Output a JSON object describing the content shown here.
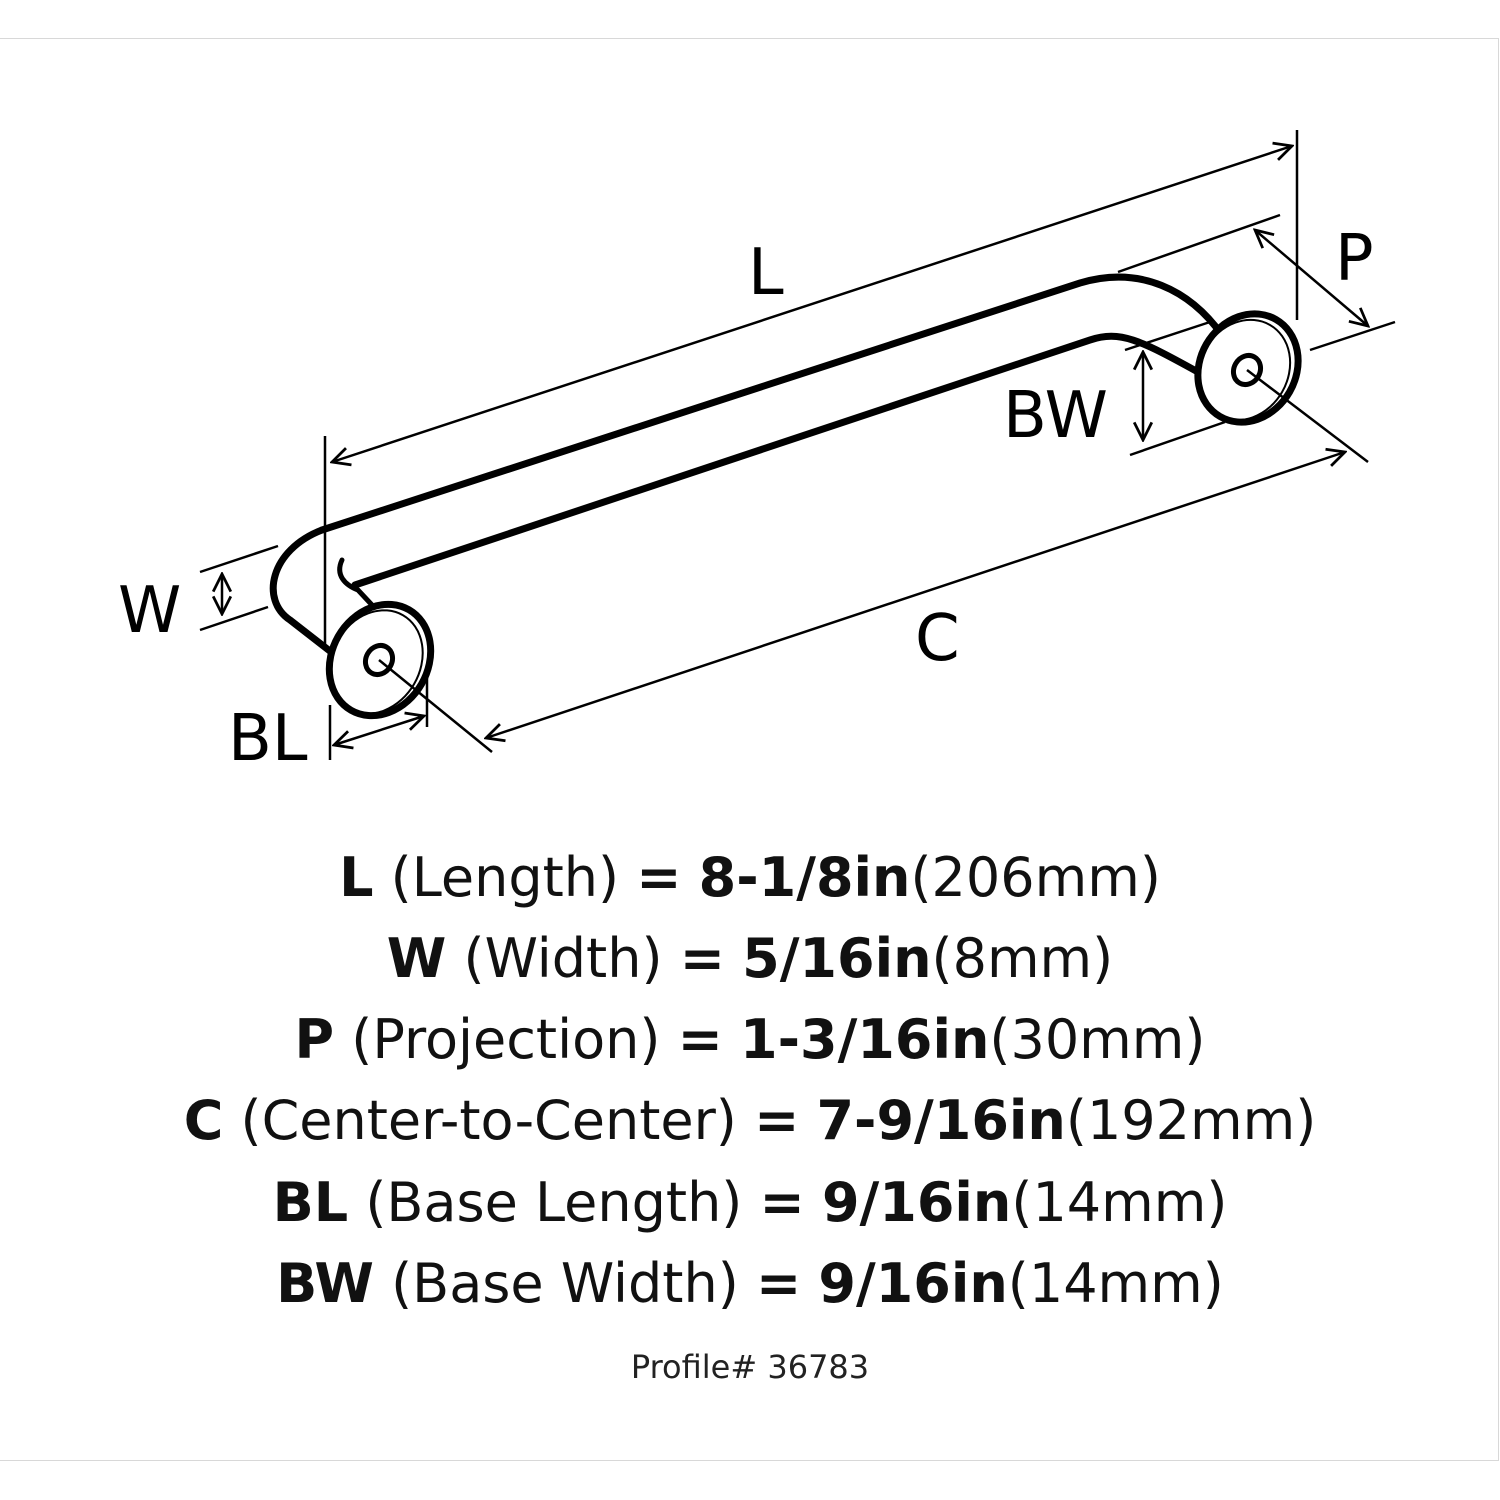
{
  "diagram": {
    "labels": {
      "L": "L",
      "P": "P",
      "BW": "BW",
      "W": "W",
      "C": "C",
      "BL": "BL"
    },
    "stroke_color": "#000000"
  },
  "specs": [
    {
      "key": "L",
      "name": "(Length)",
      "eq": "=",
      "imperial": "8-1/8in",
      "metric": "(206mm)"
    },
    {
      "key": "W",
      "name": "(Width)",
      "eq": "=",
      "imperial": "5/16in",
      "metric": "(8mm)"
    },
    {
      "key": "P",
      "name": "(Projection)",
      "eq": "=",
      "imperial": "1-3/16in",
      "metric": "(30mm)"
    },
    {
      "key": "C",
      "name": "(Center-to-Center)",
      "eq": "=",
      "imperial": "7-9/16in",
      "metric": "(192mm)"
    },
    {
      "key": "BL",
      "name": "(Base Length)",
      "eq": "=",
      "imperial": "9/16in",
      "metric": "(14mm)"
    },
    {
      "key": "BW",
      "name": "(Base Width)",
      "eq": "=",
      "imperial": "9/16in",
      "metric": "(14mm)"
    }
  ],
  "profile": "Profile# 36783"
}
